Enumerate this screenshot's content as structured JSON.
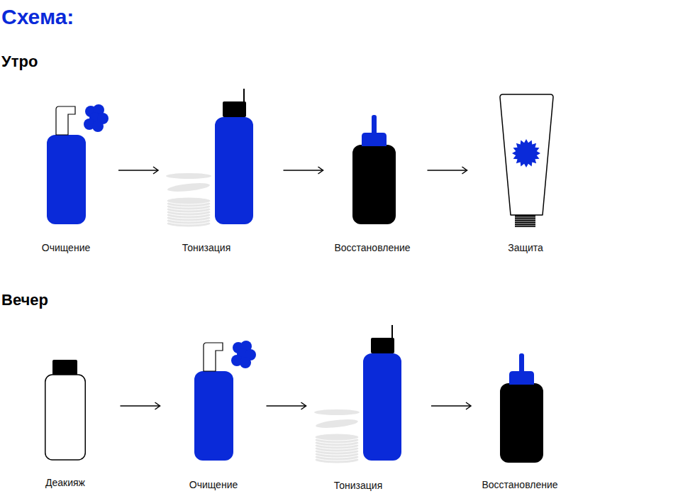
{
  "diagram": {
    "title": "Схема:",
    "nodes": [
      {
        "text": [
          "Очищение"
        ]
      },
      {
        "text": [
          "Тонизация"
        ]
      },
      {
        "text": [
          "Восстановление"
        ]
      },
      {
        "text": [
          "Защита"
        ]
      },
      {
        "text": [
          "Деакияж"
        ]
      },
      {
        "text": [
          "Очищение"
        ]
      },
      {
        "text": [
          "Тонизация"
        ]
      },
      {
        "text": [
          "Восстановление"
        ]
      }
    ],
    "edges": [
      {
        "from": 0,
        "to": 1,
        "arrow": "to"
      },
      {
        "from": 1,
        "to": 2,
        "arrow": "to"
      },
      {
        "from": 2,
        "to": 3,
        "arrow": "to"
      },
      {
        "from": 4,
        "to": 5,
        "arrow": "to"
      },
      {
        "from": 5,
        "to": 6,
        "arrow": "to"
      },
      {
        "from": 6,
        "to": 7,
        "arrow": "to"
      }
    ],
    "labels": [
      "Утро",
      "Вечер"
    ]
  }
}
